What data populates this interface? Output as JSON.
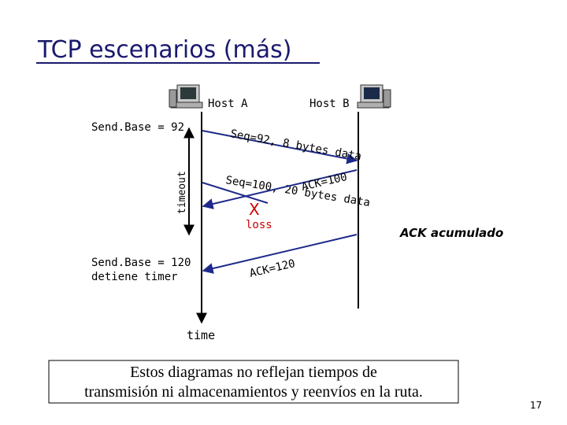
{
  "slide": {
    "title": "TCP escenarios (más)",
    "page_number": "17"
  },
  "hosts": {
    "a_label": "Host A",
    "b_label": "Host B"
  },
  "left_labels": {
    "sendbase_92": "Send.Base = 92",
    "sendbase_120": "Send.Base = 120",
    "stops_timer": "detiene timer",
    "timeout": "timeout"
  },
  "messages": {
    "seq92": "Seq=92, 8 bytes data",
    "seq100": "Seq=100, 20 bytes data",
    "ack100": "ACK=100",
    "ack120": "ACK=120",
    "loss_mark": "X",
    "loss": "loss"
  },
  "annotations": {
    "cumulative_ack": "ACK acumulado",
    "time": "time"
  },
  "caption": {
    "line1": "Estos diagramas no reflejan tiempos de",
    "line2": "transmisión ni almacenamientos y reenvíos en la ruta."
  },
  "colors": {
    "message_arrow": "#8a3a8f",
    "ack_arrow": "#8a3a8f",
    "loss_mark": "#cc0000",
    "timeline": "#000000"
  }
}
